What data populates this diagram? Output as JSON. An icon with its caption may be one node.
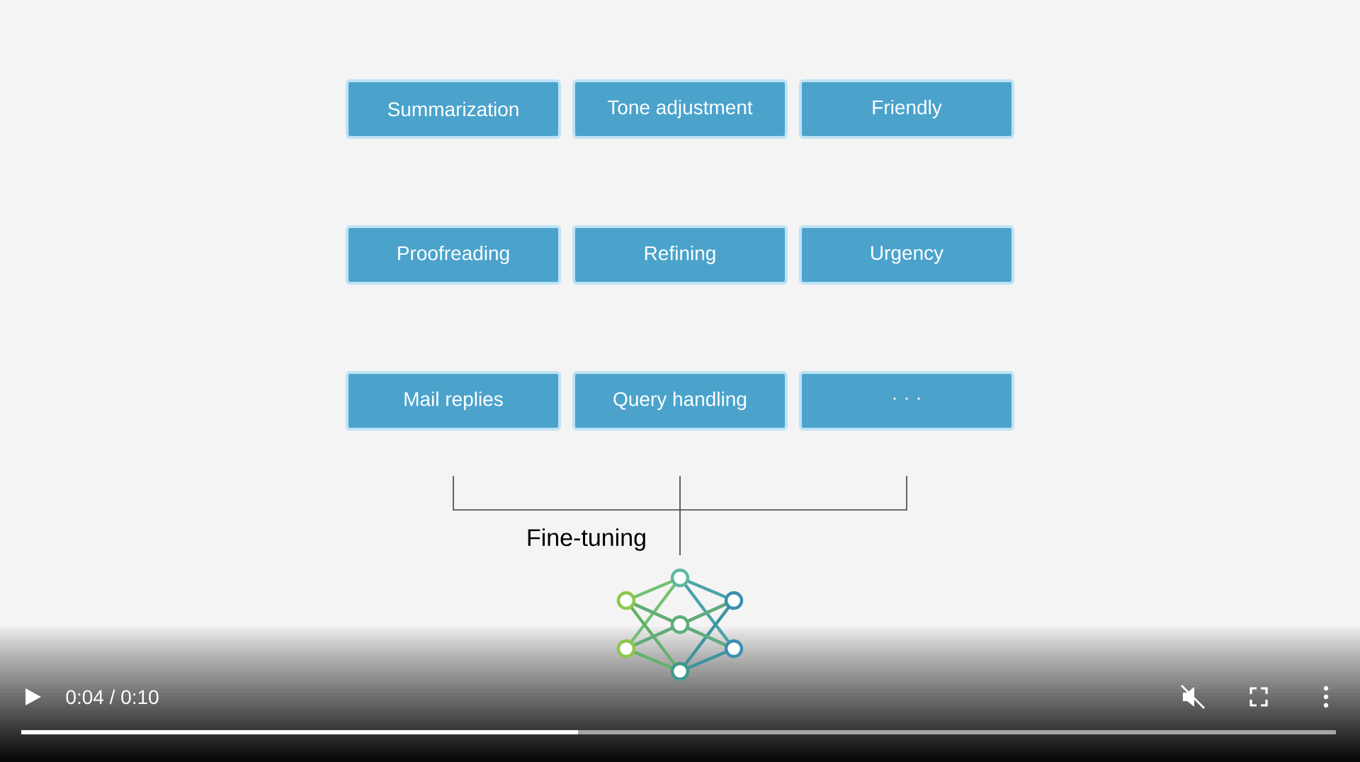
{
  "diagram": {
    "nodes": [
      {
        "text": [
          "Summarization"
        ]
      },
      {
        "text": [
          "Tone adjustment"
        ]
      },
      {
        "text": [
          "Friendly"
        ]
      },
      {
        "text": [
          "Proofreading"
        ]
      },
      {
        "text": [
          "Refining"
        ]
      },
      {
        "text": [
          "Urgency"
        ]
      },
      {
        "text": [
          "Mail replies"
        ]
      },
      {
        "text": [
          "Query handling"
        ]
      },
      {
        "text": [
          "· · ·"
        ]
      }
    ],
    "labels": [
      "Fine-tuning",
      "0:04 / 0:10"
    ]
  }
}
